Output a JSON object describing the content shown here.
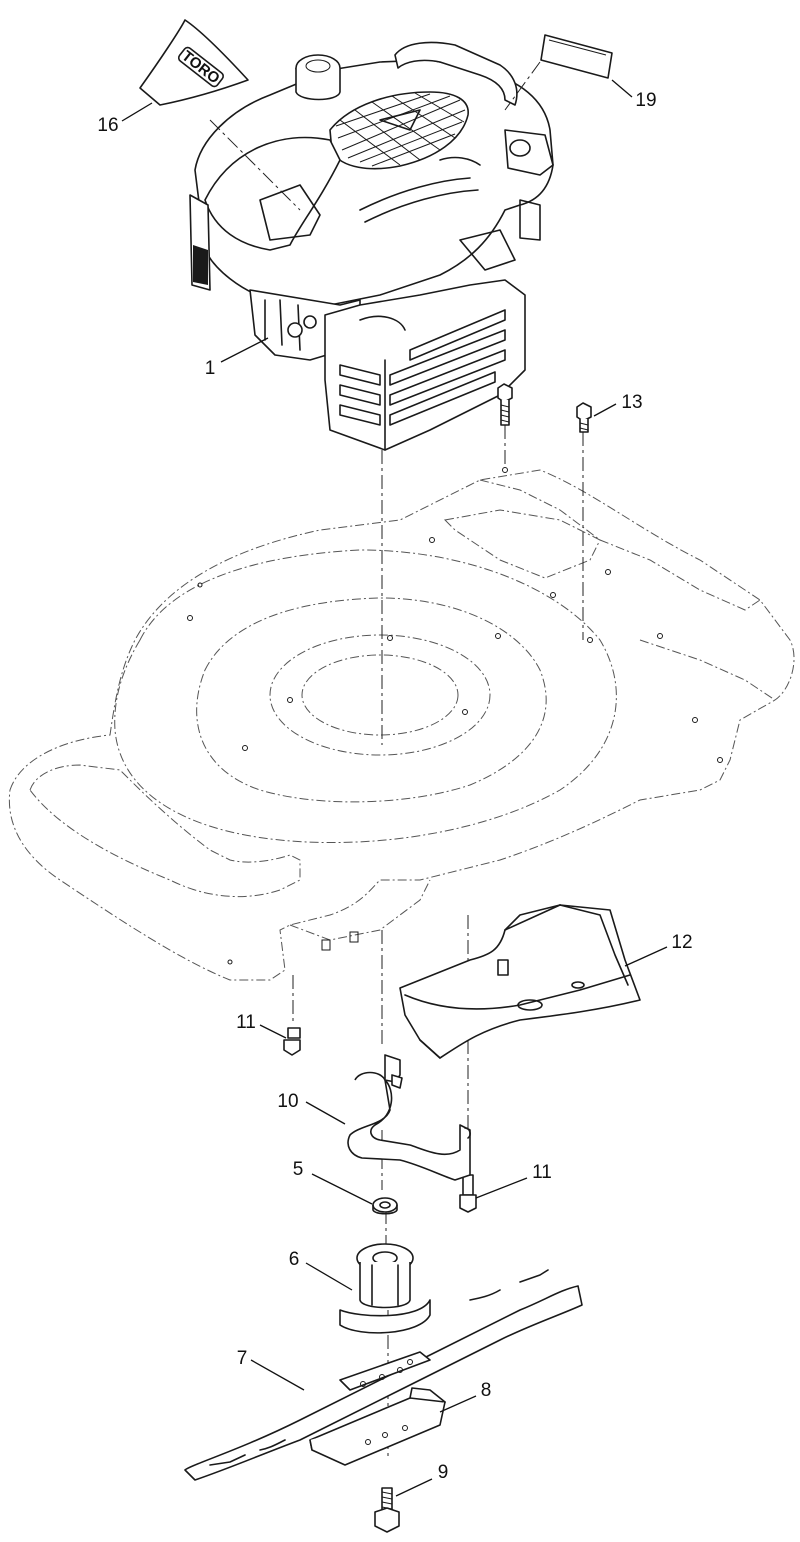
{
  "callouts": [
    {
      "id": "16",
      "label": "16"
    },
    {
      "id": "19",
      "label": "19"
    },
    {
      "id": "1",
      "label": "1"
    },
    {
      "id": "13",
      "label": "13"
    },
    {
      "id": "12",
      "label": "12"
    },
    {
      "id": "11a",
      "label": "11"
    },
    {
      "id": "10",
      "label": "10"
    },
    {
      "id": "5",
      "label": "5"
    },
    {
      "id": "11b",
      "label": "11"
    },
    {
      "id": "6",
      "label": "6"
    },
    {
      "id": "7",
      "label": "7"
    },
    {
      "id": "8",
      "label": "8"
    },
    {
      "id": "9",
      "label": "9"
    }
  ],
  "decal_logo": "TORO",
  "colors": {
    "ink": "#1a1a1a",
    "background": "#ffffff"
  }
}
